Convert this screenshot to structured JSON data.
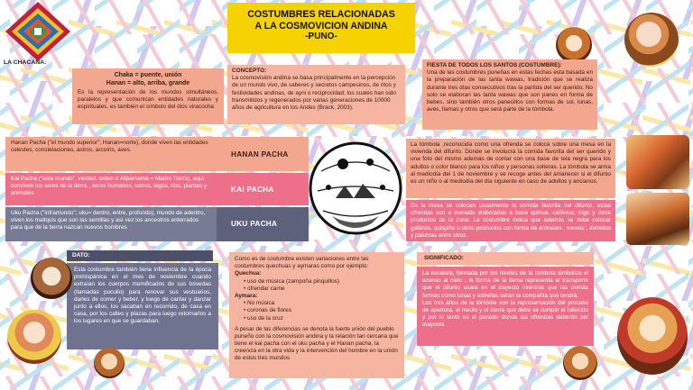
{
  "title": {
    "line1": "COSTUMBRES RELACIONADAS",
    "line2": "A LA COSMOVICION ANDINA",
    "line3": "-PUNO-"
  },
  "chacana": {
    "heading": "LA CHACANA:",
    "line1": "Chaka = puente, unión",
    "line2": "Hanan = alto, arriba, grande",
    "text": "Es la representación de los mundos simultáneos, paralelos y que comunican entidades naturales y espirituales, es también el símbolo del dios viracocha"
  },
  "concepto": {
    "heading": "CONCEPTO:",
    "text": "La cosmovisión andina se basa principalmente en la percepción de un mundo vivo, de saberes y secretos campesinos, de ritos y festividades andinas, de ayni o reciprocidad; los cuales han sido transmitidos y regenerados por varias generaciones de 10000 años de agricultura en los Andes (Brack, 2003)."
  },
  "fiesta": {
    "heading": "FIESTA DE TODOS LOS SANTOS (COSTUMBRE):",
    "text": "Una de las costumbres puneñas en estas fechas esta basada en la preparación de las tanta wawas, tradición que se realiza durante tres días consecutivos tras la partida del ser querido. No solo se elaboran las tanta wawas que son panes en forma de bebes, sino también otros panecillos con formas de sol, lunas, aves, llamas y otros que será parte de la tómbola."
  },
  "hanan": {
    "label": "HANAN PACHA",
    "text": "Hanan Pacha (\"el mundo superior\"; Hanan=norte), donde viven las entidades celestes, constelaciones, astros, arcoíris, aves."
  },
  "kai": {
    "label": "KAI PACHA",
    "text": "Kai Pacha (\"este mundo\", verdad, orden o Allpamama = Madre Tierra), aquí conviven los seres de la tierra , seres humanos, cerros, lagos, ríos, plantas y animales"
  },
  "uku": {
    "label": "UKU PACHA",
    "text": "Uku Pacha (\"inframundo\"; uku= dentro, entre, profundo), mundo de adentro, viven los mallquis que son las semillas y así vez los ancestros enterrados para que de la tierra nazcan nuevos hombres"
  },
  "tombola1": {
    "text": "La tómbola ,reconocida como una ofrenda se coloca sobre una mesa en la vivienda del difunto. Donde se involucra la comida favorita del ser querido y una foto del mismo además de contar con una base de tela negra para los adultos o color blanco para los niños y personas solteras. La tómbola se arma al mediodía del 1 de noviembre y se recoge antes del amanecer si el difunto es un niño o al mediodía del día siguiente en caso de adultos y ancianos."
  },
  "tombola2": {
    "text": "En la mesa se colocan usualmente la comida favorita del difunto, estas ofrendas son a menudo elaboradas a base quinua, cañiwua, trigo y otros productos de la zona. La costumbre indica que además se debe colocar galletas, quispiño u otros productos con forma de animales , wawas , estrellas y palomas entre otros."
  },
  "dato": {
    "heading": "DATO:",
    "text": "Esta costumbre también tiene influencia de la época prehispánica en el mes de noviembre cuando extraían los cuerpos momificados de sus bóvedas (llamadas pucullo) para renovar sus vestuarios, darles de comer y beber, y luego de cantar y danzar junto a ellos, los sacaban en recorrido, de casa en casa, por los calles y plazas para luego retornarlos a los lugares en que se guardaban."
  },
  "variaciones": {
    "intro": "Como es de costumbre existen variaciones entre las costumbres quechuas y aymaras como por ejemplo:",
    "quechua_heading": "Quechua:",
    "quechua_items": [
      "uso de música (zampoña pinquillos)",
      "ofrendar carne"
    ],
    "aymara_heading": "Aymara:",
    "aymara_items": [
      "No música",
      "coronas de flores",
      "uso de la cruz"
    ],
    "closing": "A pesar de las diferencias se denota la fuerte unión del pueblo puneño con la cosmovisión andina y la relación tan cercana que tiene el kai pacha con el uku pacha y el Hanan pacha, la creencia en la otra vida y la intervención del hombre en la unión de estos tres mundos"
  },
  "significado": {
    "heading": "SIGNIFICADO:",
    "text1": "La escalera, formada por los niveles de la tómbola simboliza el acenso al cielo , la forma de la llama representa el transporte que el difunto usara en el trayecto mientras que las demás formas como lunas y estrellas serán la compañía que tendrá.",
    "text2": "Los tres años de la tómbola son la representación del proceso de apertura, el medio y el cierre que debe se cumplir el fallecido y por lo tanto es el periodo donde las ofrendas deberán ser mayores"
  },
  "colors": {
    "title_bg": "#f5d200",
    "salmon": "#f4a78f",
    "pink": "#ee6f89",
    "gray": "#777b93",
    "arrow": "#000000"
  }
}
